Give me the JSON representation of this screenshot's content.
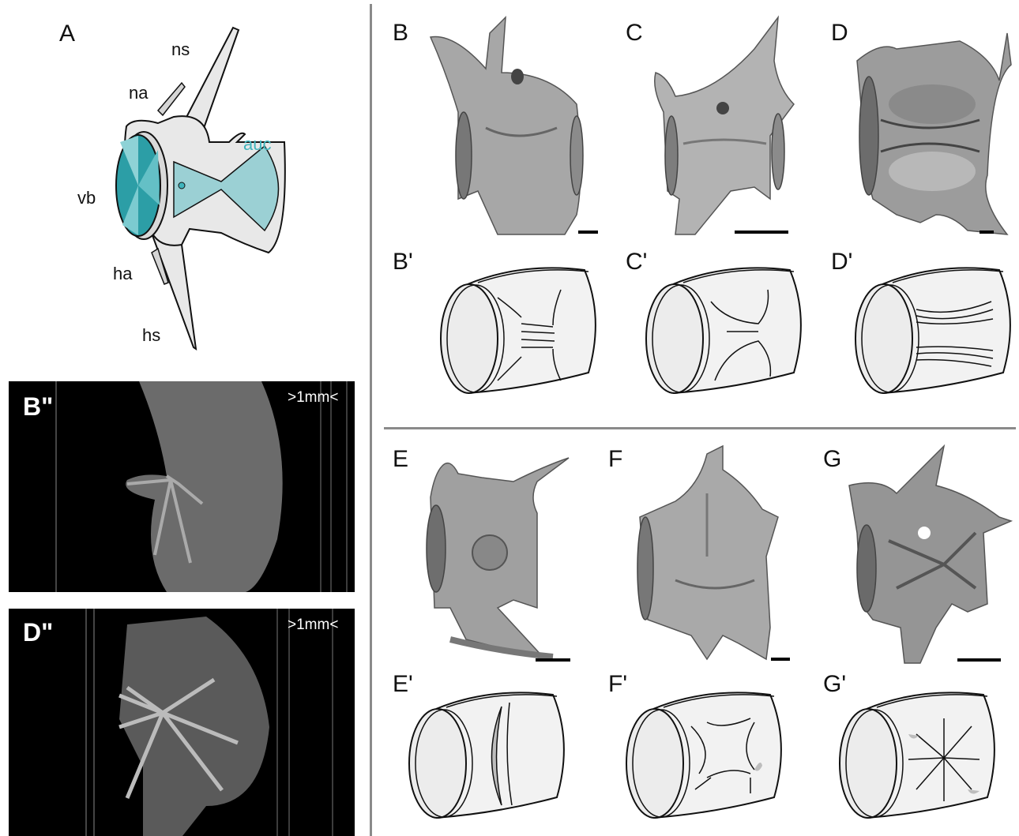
{
  "panel_a": {
    "label": "A",
    "abbreviations": {
      "ns": "ns",
      "na": "na",
      "auc": "auc",
      "vb": "vb",
      "ha": "ha",
      "hs": "hs"
    },
    "auc_color": "#3fb4bc"
  },
  "scans": [
    {
      "label": "B\"",
      "scale_text": ">1mm<"
    },
    {
      "label": "D\"",
      "scale_text": ">1mm<"
    }
  ],
  "renders": [
    {
      "label": "B"
    },
    {
      "label": "C"
    },
    {
      "label": "D"
    },
    {
      "label": "E"
    },
    {
      "label": "F"
    },
    {
      "label": "G"
    }
  ],
  "schematics": [
    {
      "label": "B'"
    },
    {
      "label": "C'"
    },
    {
      "label": "D'"
    },
    {
      "label": "E'"
    },
    {
      "label": "F'"
    },
    {
      "label": "G'"
    }
  ]
}
